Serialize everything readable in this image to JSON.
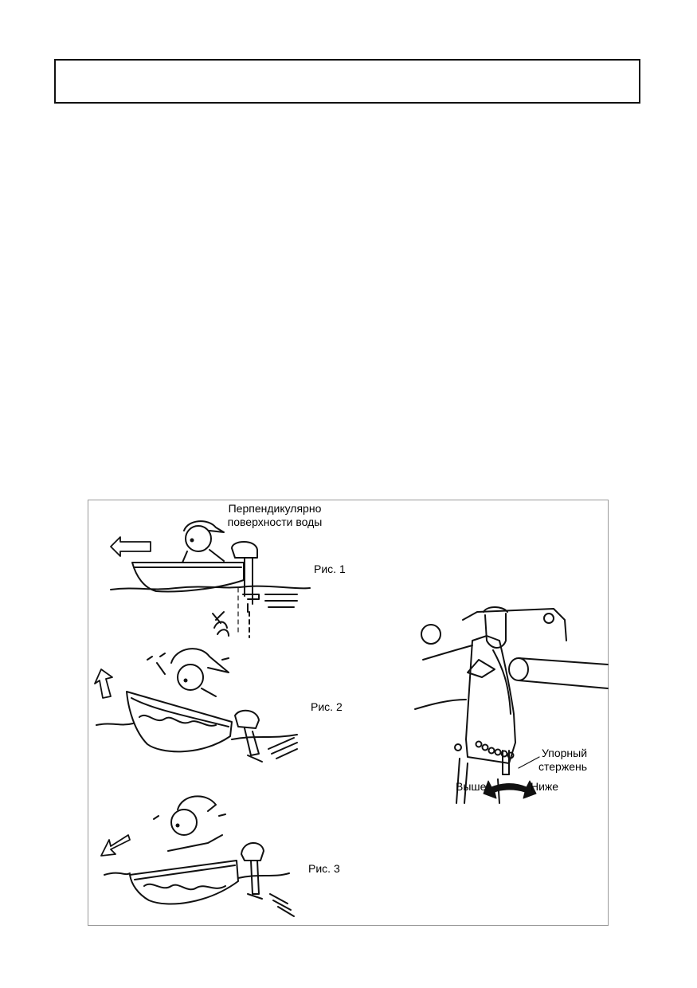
{
  "header": {
    "title": ""
  },
  "figure": {
    "perpendicular_line1": "Перпендикулярно",
    "perpendicular_line2": "поверхности воды",
    "fig1_caption": "Рис. 1",
    "fig2_caption": "Рис. 2",
    "fig3_caption": "Рис. 3",
    "stop_rod_line1": "Упорный",
    "stop_rod_line2": "стержень",
    "higher_label": "Выше",
    "lower_label": "Ниже"
  },
  "icons": [
    "arrow-left-icon",
    "arrow-up-left-icon",
    "arrow-down-left-icon",
    "curved-double-arrow-icon"
  ]
}
